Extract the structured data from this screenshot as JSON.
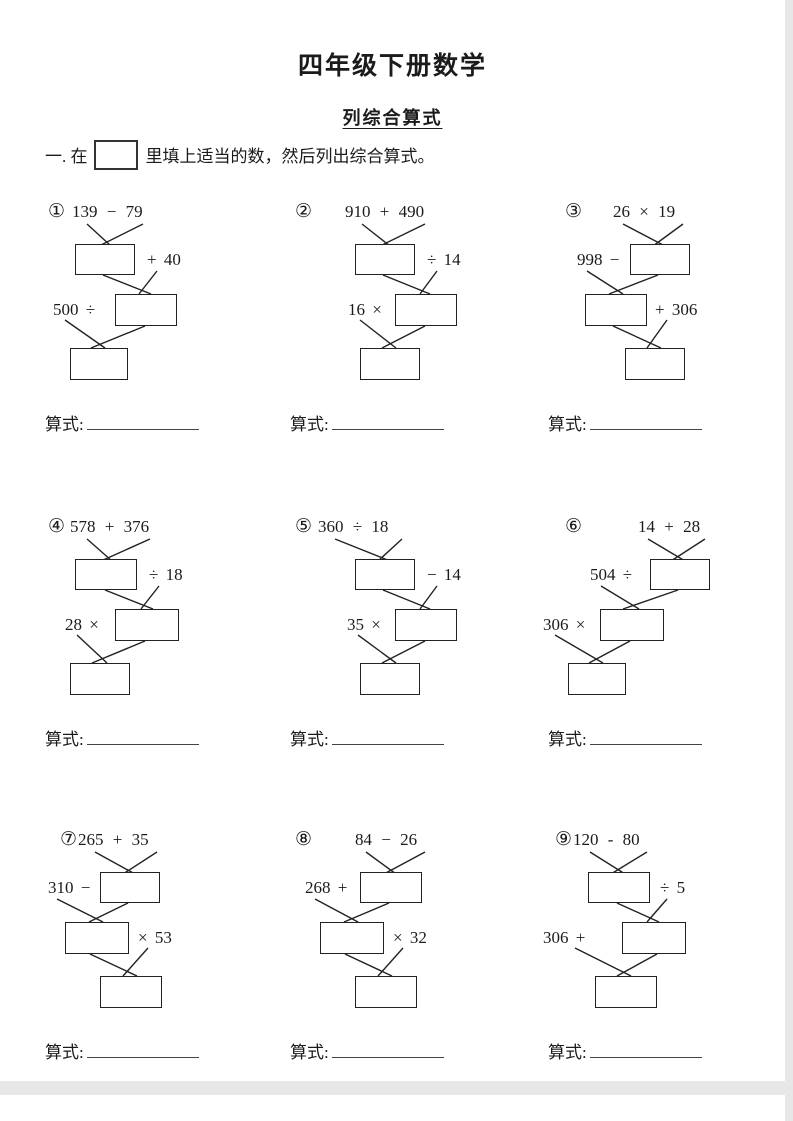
{
  "page": {
    "title": "四年级下册数学",
    "subtitle": "列综合算式",
    "instruction_prefix": "一. 在",
    "instruction_suffix": "里填上适当的数，然后列出综合算式。",
    "expression_label": "算式:"
  },
  "problems": [
    {
      "number": "①",
      "top": "139 − 79",
      "step1_label": "+ 40",
      "step2_label": "500 ÷"
    },
    {
      "number": "②",
      "top": "910 + 490",
      "step1_label": "÷ 14",
      "step2_label": "16 ×"
    },
    {
      "number": "③",
      "top": "26 × 19",
      "step1_label": "998 −",
      "step2_label": "+ 306"
    },
    {
      "number": "④",
      "top": "578 + 376",
      "step1_label": "÷ 18",
      "step2_label": "28 ×"
    },
    {
      "number": "⑤",
      "top": "360 ÷ 18",
      "step1_label": "− 14",
      "step2_label": "35 ×"
    },
    {
      "number": "⑥",
      "top": "14 + 28",
      "step1_label": "504 ÷",
      "step2_label": "306 ×"
    },
    {
      "number": "⑦",
      "top": "265 + 35",
      "step1_label": "310 −",
      "step2_label": "× 53"
    },
    {
      "number": "⑧",
      "top": "84 − 26",
      "step1_label": "268 +",
      "step2_label": "× 32"
    },
    {
      "number": "⑨",
      "top": "120 - 80",
      "step1_label": "÷ 5",
      "step2_label": "306 +"
    }
  ]
}
